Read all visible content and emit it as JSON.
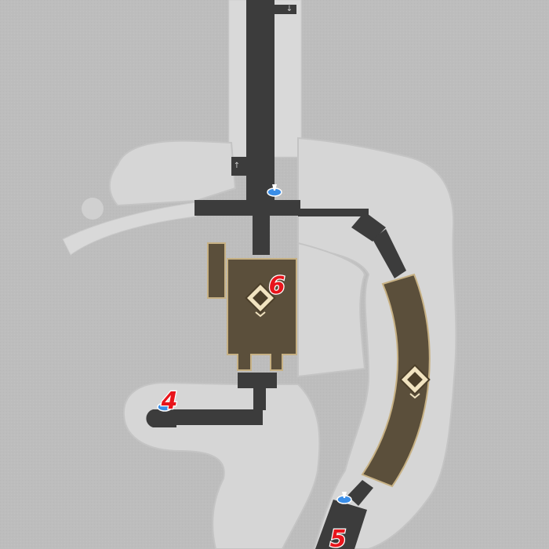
{
  "map": {
    "background_color": "#bdbdbd",
    "label_color": "#e8141b",
    "room_color": "#5b4f3b",
    "room_border_color": "#c7b184",
    "waypoint_color": "#3a8ee8"
  },
  "markers": [
    {
      "id": "6",
      "label": "6"
    },
    {
      "id": "4",
      "label": "4"
    },
    {
      "id": "5",
      "label": "5"
    }
  ],
  "icons": {
    "supply_chest": "supply-chest-icon",
    "waypoint": "teleport-waypoint-icon",
    "stairs": "stairs-arrow-icon"
  }
}
